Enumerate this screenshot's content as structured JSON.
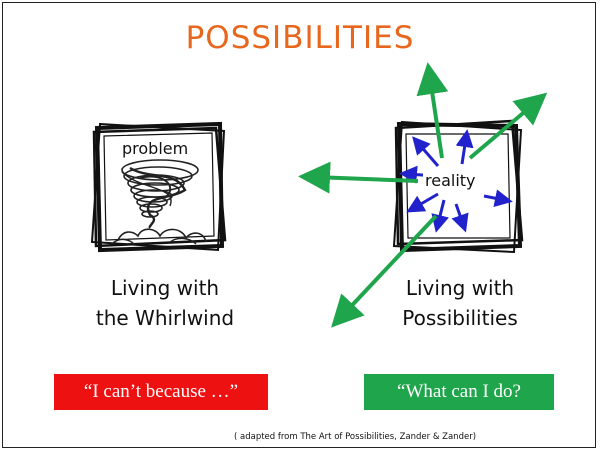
{
  "slide": {
    "title": "POSSIBILITIES",
    "left_panel": {
      "box_label": "problem",
      "caption_line1": "Living with",
      "caption_line2": "the Whirlwind",
      "quote": "“I can’t because …”",
      "quote_color": "#EE1111"
    },
    "right_panel": {
      "box_label": "reality",
      "caption_line1": "Living with",
      "caption_line2": "Possibilities",
      "quote": "“What can I do?",
      "quote_color": "#1FA54B"
    },
    "credit": "( adapted from The Art of Possibilities, Zander & Zander)",
    "colors": {
      "title": "#E8671F",
      "green_arrow": "#1FA54B",
      "blue_arrow": "#2222CC"
    }
  }
}
